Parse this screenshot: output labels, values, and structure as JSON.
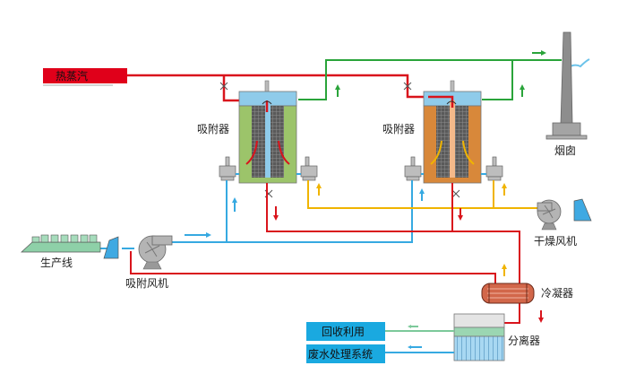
{
  "labels": {
    "steam": "热蒸汽",
    "adsorber_left": "吸附器",
    "adsorber_right": "吸附器",
    "chimney": "烟囱",
    "drying_fan": "干燥风机",
    "production_line": "生产线",
    "adsorption_fan": "吸附风机",
    "condenser": "冷凝器",
    "separator": "分离器",
    "recycle": "回收利用",
    "wastewater": "废水处理系统"
  },
  "colors": {
    "steam_line": "#d9141c",
    "exhaust_line": "#2aa43a",
    "air_line": "#36a9e1",
    "drying_line": "#f0b400",
    "adsorber_left_fill": "#9cc46a",
    "adsorber_right_fill": "#d8883a",
    "box_blue": "#1aa9e0",
    "steam_box": "#e0001a"
  }
}
